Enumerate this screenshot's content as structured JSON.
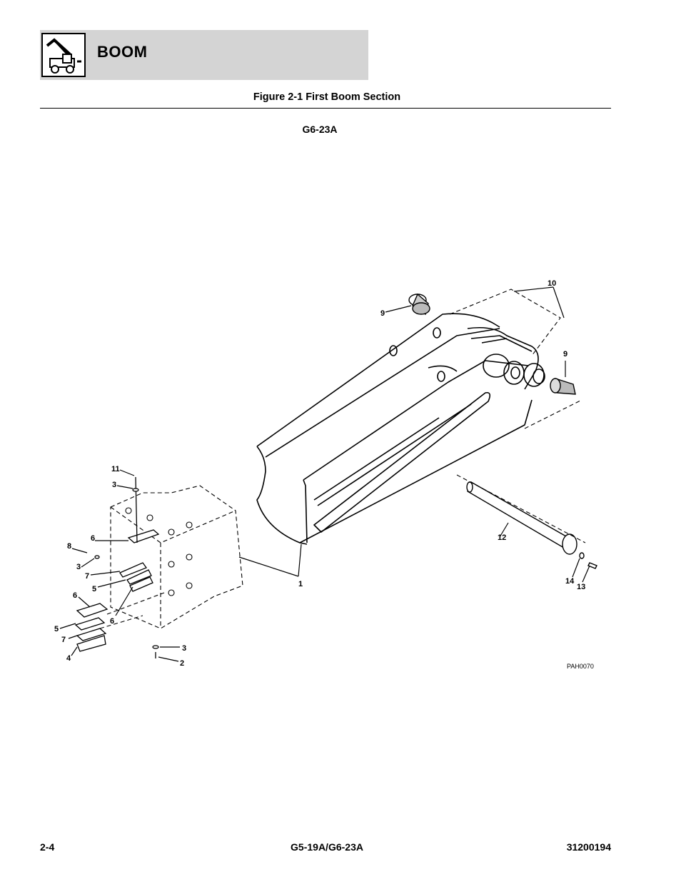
{
  "header": {
    "section_title": "BOOM",
    "icon": "telehandler-icon"
  },
  "figure": {
    "title": "Figure 2-1 First Boom Section",
    "model": "G6-23A",
    "drawing_code": "PAH0070"
  },
  "callouts": [
    "1",
    "2",
    "3",
    "3",
    "3",
    "4",
    "5",
    "5",
    "6",
    "6",
    "6",
    "7",
    "7",
    "8",
    "9",
    "9",
    "10",
    "11",
    "12",
    "13",
    "14"
  ],
  "footer": {
    "page_number": "2-4",
    "models": "G5-19A/G6-23A",
    "manual_number": "31200194"
  }
}
